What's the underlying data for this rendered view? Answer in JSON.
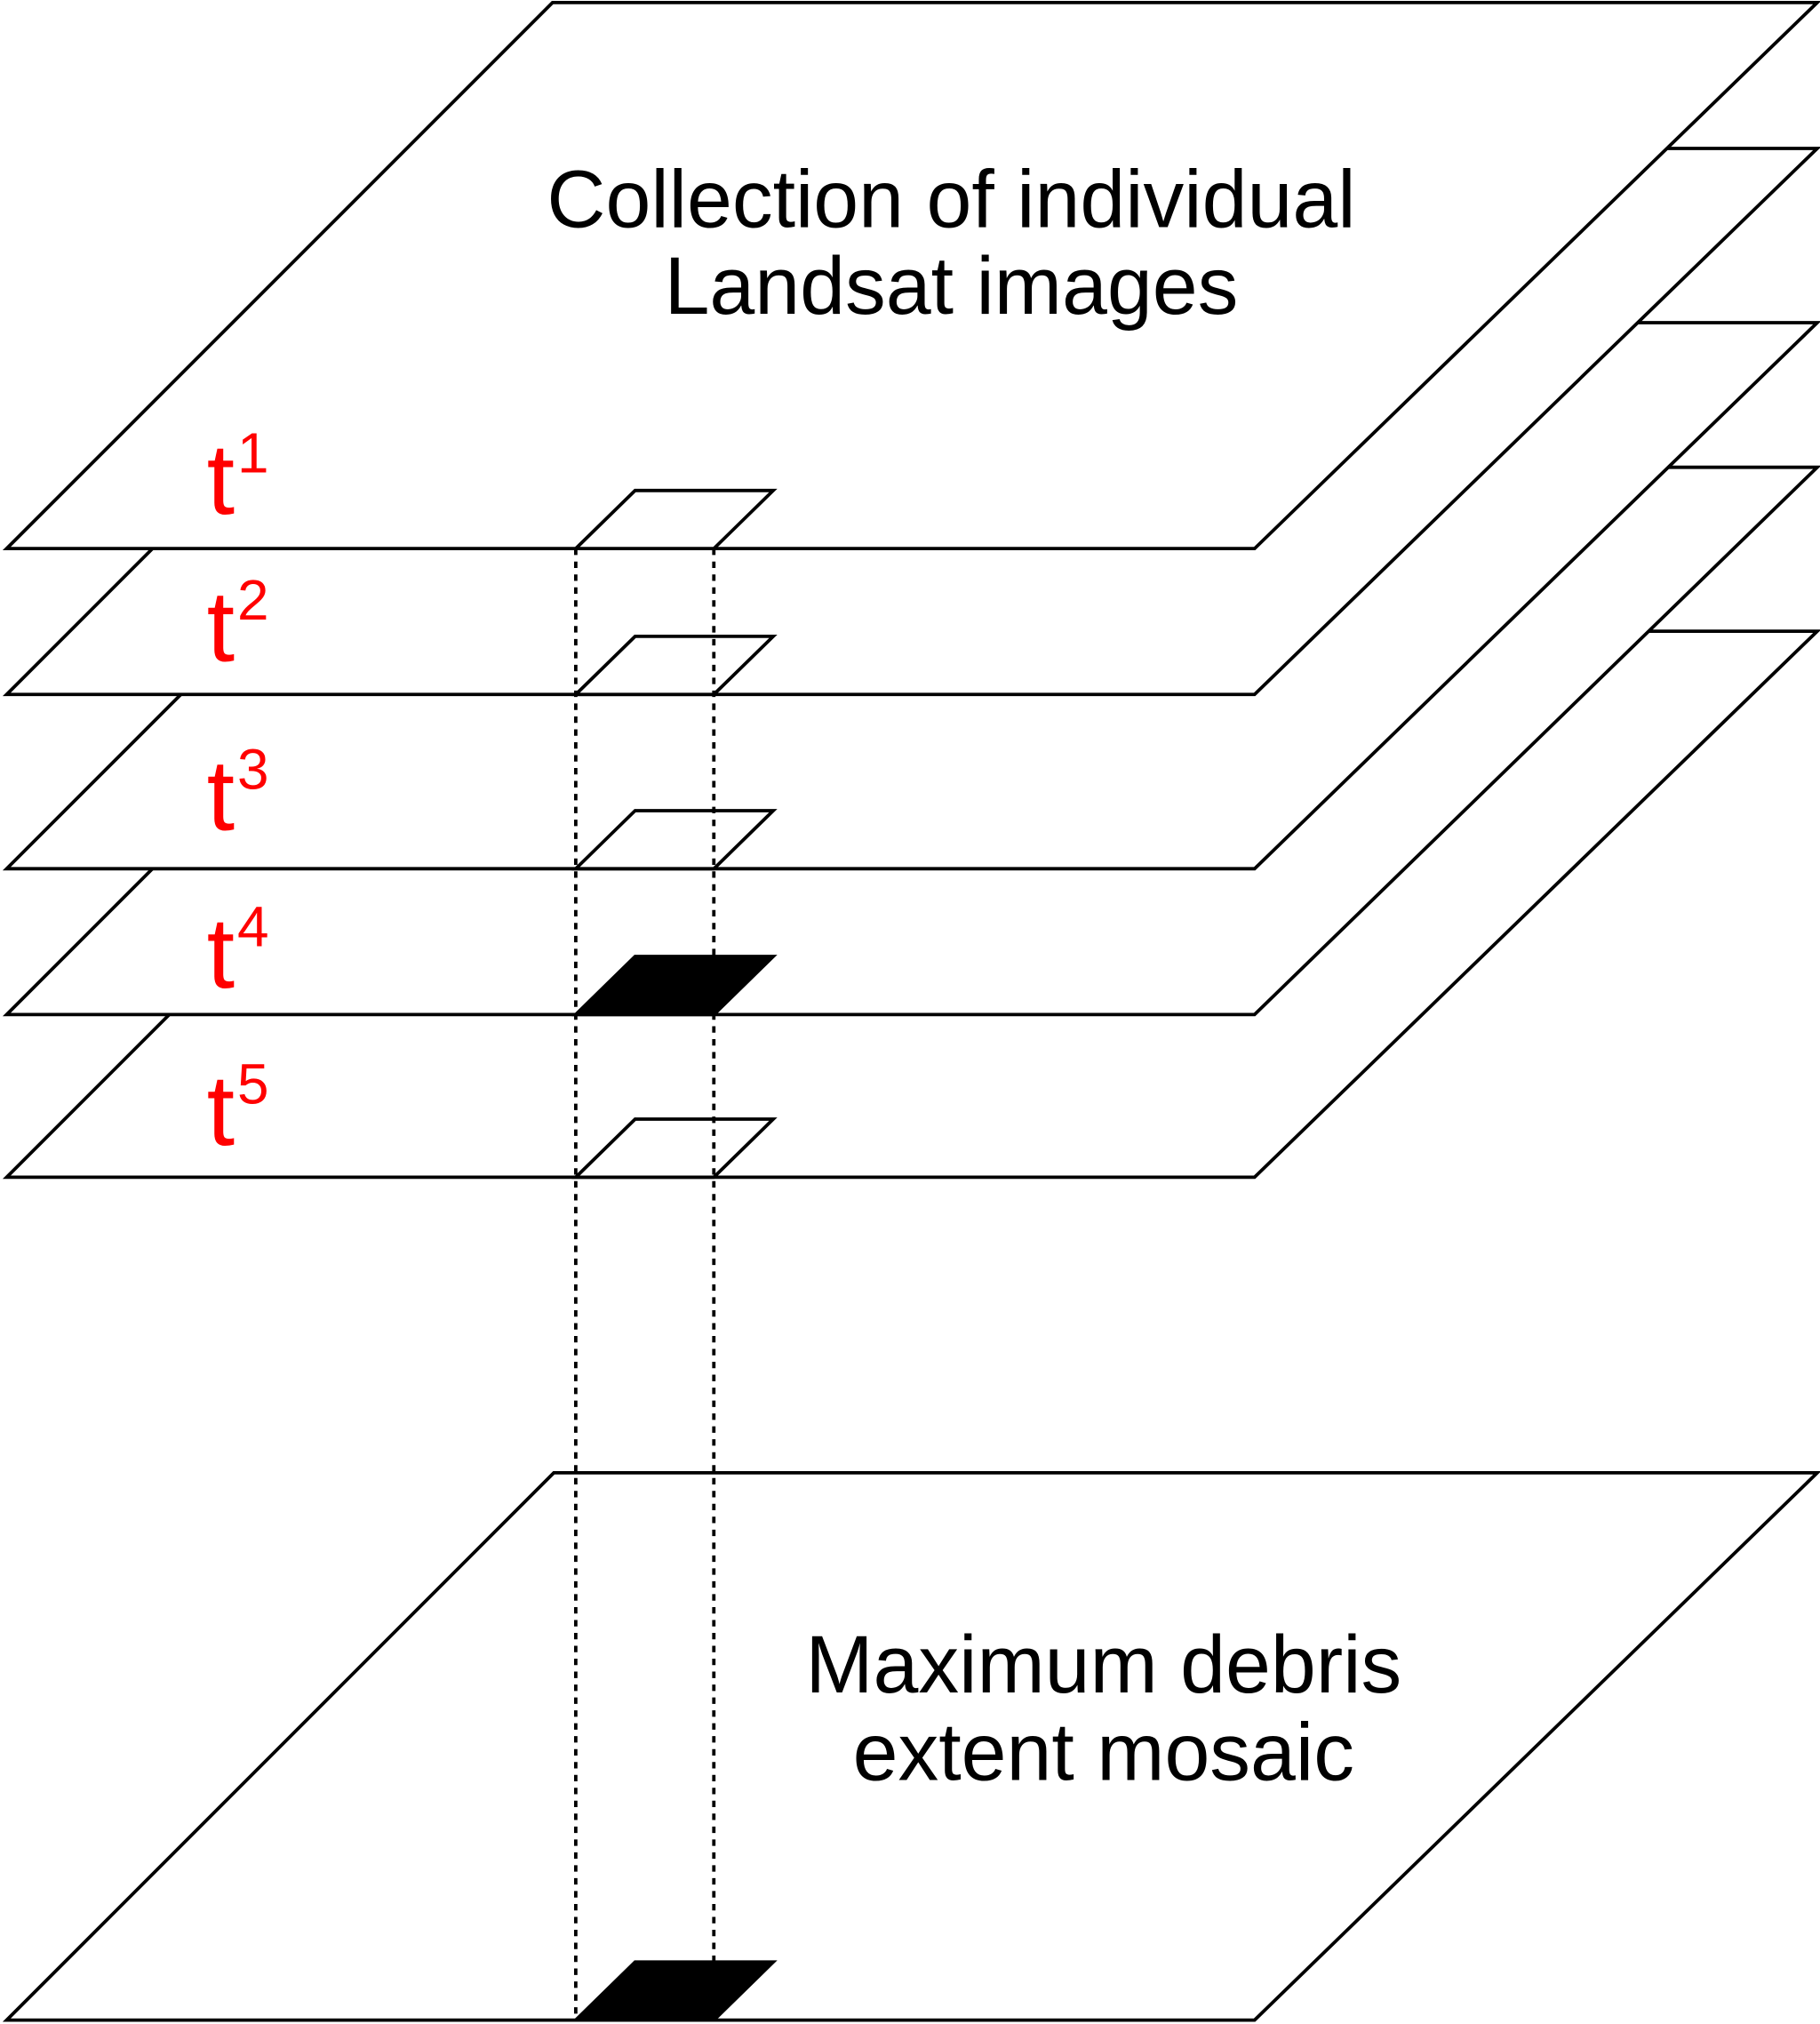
{
  "top_label": {
    "line1": "Collection of individual",
    "line2": "Landsat images"
  },
  "bottom_label": {
    "line1": "Maximum debris",
    "line2": "extent mosaic"
  },
  "layers": [
    {
      "base": "t",
      "sup": "1",
      "pixel_selected": false
    },
    {
      "base": "t",
      "sup": "2",
      "pixel_selected": false
    },
    {
      "base": "t",
      "sup": "3",
      "pixel_selected": false
    },
    {
      "base": "t",
      "sup": "4",
      "pixel_selected": true
    },
    {
      "base": "t",
      "sup": "5",
      "pixel_selected": false
    }
  ],
  "mosaic_pixel_selected": true,
  "colors": {
    "layer_label": "#ff0000",
    "line": "#000000",
    "selected_pixel": "#000000"
  }
}
